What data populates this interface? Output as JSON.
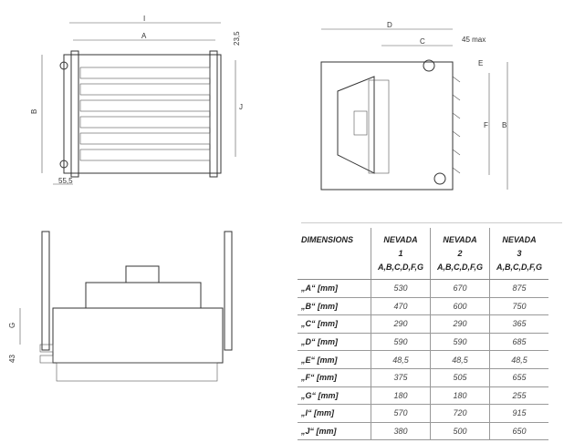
{
  "drawings": {
    "front": {
      "label_I": "I",
      "label_A": "A",
      "label_top": "23,5",
      "label_B": "B",
      "label_J": "J",
      "label_bottom": "55,5"
    },
    "side": {
      "label_D": "D",
      "label_C": "C",
      "label_max": "45 max",
      "label_E": "E",
      "label_F": "F",
      "label_B": "B"
    },
    "bottom": {
      "label_G": "G",
      "label_43": "43"
    }
  },
  "table": {
    "headers": [
      {
        "title": "DIMENSIONS"
      },
      {
        "title": "NEVADA",
        "num": "1",
        "sub": "A,B,C,D,F,G"
      },
      {
        "title": "NEVADA",
        "num": "2",
        "sub": "A,B,C,D,F,G"
      },
      {
        "title": "NEVADA",
        "num": "3",
        "sub": "A,B,C,D,F,G"
      }
    ],
    "rows": [
      {
        "dim": "„A“  [mm]",
        "v": [
          "530",
          "670",
          "875"
        ]
      },
      {
        "dim": "„B“  [mm]",
        "v": [
          "470",
          "600",
          "750"
        ]
      },
      {
        "dim": "„C“  [mm]",
        "v": [
          "290",
          "290",
          "365"
        ]
      },
      {
        "dim": "„D“  [mm]",
        "v": [
          "590",
          "590",
          "685"
        ]
      },
      {
        "dim": "„E“  [mm]",
        "v": [
          "48,5",
          "48,5",
          "48,5"
        ]
      },
      {
        "dim": "„F“  [mm]",
        "v": [
          "375",
          "505",
          "655"
        ]
      },
      {
        "dim": "„G“  [mm]",
        "v": [
          "180",
          "180",
          "255"
        ]
      },
      {
        "dim": "„I“  [mm]",
        "v": [
          "570",
          "720",
          "915"
        ]
      },
      {
        "dim": "„J“  [mm]",
        "v": [
          "380",
          "500",
          "650"
        ]
      }
    ]
  }
}
